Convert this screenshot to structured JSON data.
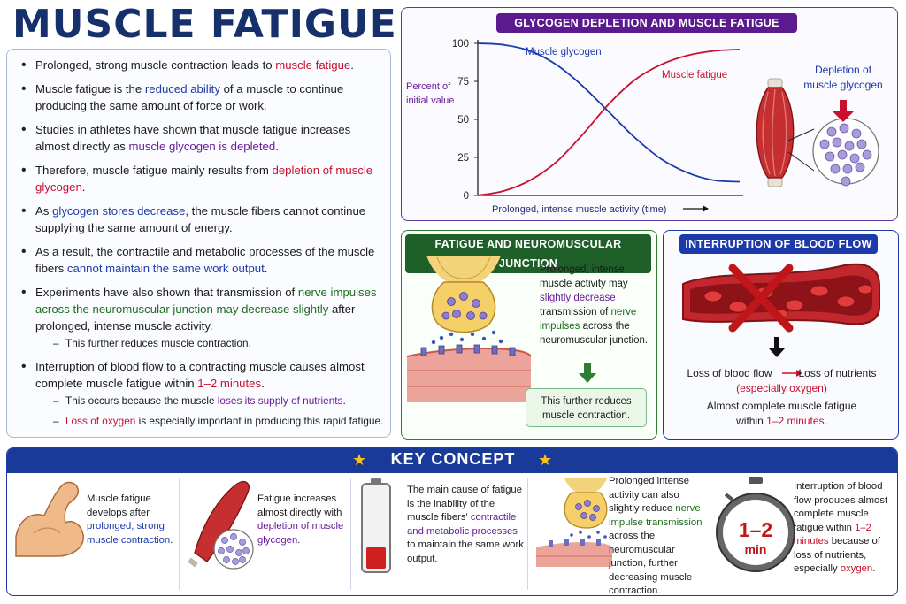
{
  "title": "MUSCLE FATIGUE",
  "left_panel": {
    "b1": {
      "t1": "Prolonged, strong muscle contraction leads to ",
      "h1": "muscle fatigue",
      "t2": "."
    },
    "b2": {
      "t1": "Muscle fatigue is the ",
      "h1": "reduced ability",
      "t2": " of a muscle to continue producing the same amount of force or work."
    },
    "b3": {
      "t1": "Studies in athletes have shown that muscle fatigue increases almost directly as ",
      "h1": "muscle glycogen is depleted",
      "t2": "."
    },
    "b4": {
      "t1": "Therefore, muscle fatigue mainly results from ",
      "h1": "depletion of muscle glycogen",
      "t2": "."
    },
    "b5": {
      "t1": "As ",
      "h1": "glycogen stores decrease",
      "t2": ", the muscle fibers cannot continue supplying the same amount of energy."
    },
    "b6": {
      "t1": "As a result, the contractile and metabolic processes of the muscle fibers ",
      "h1": "cannot maintain the same work output",
      "t2": "."
    },
    "b7": {
      "t1": "Experiments have also shown that transmission of ",
      "h1": "nerve impulses across the neuromuscular junction may decrease slightly",
      "t2": " after prolonged, intense muscle activity."
    },
    "b7_sub": "This further reduces muscle contraction.",
    "b8": {
      "t1": "Interruption of blood flow to a contracting muscle causes almost complete muscle fatigue within ",
      "h1": "1–2 minutes",
      "t2": "."
    },
    "b8_sub1": {
      "t1": "This occurs because the muscle ",
      "h1": "loses its supply of nutrients",
      "t2": "."
    },
    "b8_sub2": {
      "h1": "Loss of oxygen",
      "t2": " is especially important in producing this rapid fatigue."
    }
  },
  "chart_panel": {
    "title": "GLYCOGEN DEPLETION AND MUSCLE FATIGUE",
    "side_label_1": "Depletion of",
    "side_label_2": "muscle glycogen"
  },
  "chart_data": {
    "type": "line",
    "title": "GLYCOGEN DEPLETION AND MUSCLE FATIGUE",
    "xlabel": "Prolonged, intense muscle activity (time)",
    "ylabel_line1": "Percent of",
    "ylabel_line2": "initial value",
    "yticks": [
      0,
      25,
      50,
      75,
      100
    ],
    "ylim": [
      0,
      100
    ],
    "xlim": [
      0,
      10
    ],
    "series": [
      {
        "name": "Muscle glycogen",
        "color": "#1c3aa9",
        "x": [
          0,
          1,
          2,
          3,
          4,
          5,
          6,
          7,
          8,
          9,
          10
        ],
        "y": [
          100,
          99,
          95,
          86,
          72,
          55,
          38,
          24,
          15,
          10,
          9
        ]
      },
      {
        "name": "Muscle fatigue",
        "color": "#c8102e",
        "x": [
          0,
          1,
          2,
          3,
          4,
          5,
          6,
          7,
          8,
          9,
          10
        ],
        "y": [
          0,
          3,
          10,
          22,
          40,
          60,
          76,
          86,
          92,
          95,
          96
        ]
      }
    ]
  },
  "nmj_panel": {
    "title": "FATIGUE AND NEUROMUSCULAR JUNCTION",
    "text_t1": "Prolonged, intense muscle activity may ",
    "text_h1": "slightly decrease",
    "text_t2": " transmission of ",
    "text_h2": "nerve impulses",
    "text_t3": " across the neuromuscular junction.",
    "box_text": "This further reduces muscle contraction."
  },
  "blood_panel": {
    "title": "INTERRUPTION OF BLOOD FLOW",
    "line1_a": "Loss of blood flow",
    "line1_b": "Loss of nutrients",
    "line2": "(especially oxygen)",
    "line3": "Almost complete muscle fatigue",
    "line4_t1": "within ",
    "line4_h1": "1–2 minutes",
    "line4_t2": "."
  },
  "key_concept": {
    "title": "KEY CONCEPT",
    "c1": {
      "t1": "Muscle fatigue develops after ",
      "h1": "prolonged, strong muscle contraction",
      "t2": "."
    },
    "c2": {
      "t1": "Fatigue increases almost directly with ",
      "h1": "depletion of muscle glycogen",
      "t2": "."
    },
    "c3": {
      "t1": "The main cause of fatigue is the inability of the muscle fibers' ",
      "h1": "contractile and metabolic processes",
      "t2": " to maintain the same work output."
    },
    "c4": {
      "t1": "Prolonged intense activity can also slightly reduce ",
      "h1": "nerve impulse transmission",
      "t2": " across the neuromuscular junction, further decreasing muscle contraction."
    },
    "c5": {
      "t1": "Interruption of blood flow produces almost complete muscle fatigue within ",
      "h1": "1–2 minutes",
      "t2": " because of loss of nutrients, especially ",
      "h2": "oxygen",
      "t3": "."
    },
    "timer_top": "1–2",
    "timer_bottom": "min"
  }
}
